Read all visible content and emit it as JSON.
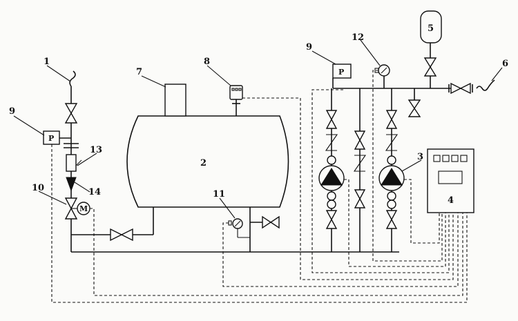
{
  "labels": {
    "l1": "1",
    "l2": "2",
    "l3": "3",
    "l4": "4",
    "l5": "5",
    "l6": "6",
    "l7": "7",
    "l8": "8",
    "l9a": "9",
    "l9b": "9",
    "l10": "10",
    "l11": "11",
    "l12": "12",
    "l13": "13",
    "l14": "14"
  },
  "symbols": {
    "pressure_left": "P",
    "pressure_right": "P",
    "motor": "M"
  }
}
